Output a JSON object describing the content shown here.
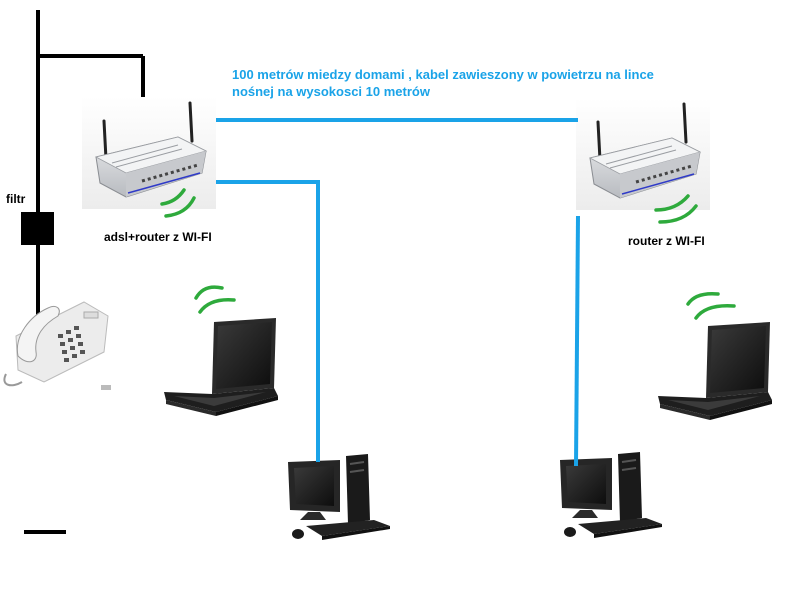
{
  "labels": {
    "cable_note": "100 metrów miedzy domami , kabel zawieszony w powietrzu na lince nośnej na wysokosci 10 metrów",
    "filter": "filtr",
    "router_adsl": "adsl+router z WI-FI",
    "router_remote": "router z WI-FI"
  },
  "icons": {
    "router": "wifi-router-icon",
    "laptop": "laptop-icon",
    "desktop": "desktop-computer-icon",
    "telephone": "telephone-icon",
    "wifi": "wifi-signal-icon",
    "filter": "filter-box-icon"
  },
  "colors": {
    "cable": "#1aa3e8",
    "phone_line": "#000000",
    "wifi_signal": "#2eaa3c",
    "note_text": "#1aa3e8"
  }
}
